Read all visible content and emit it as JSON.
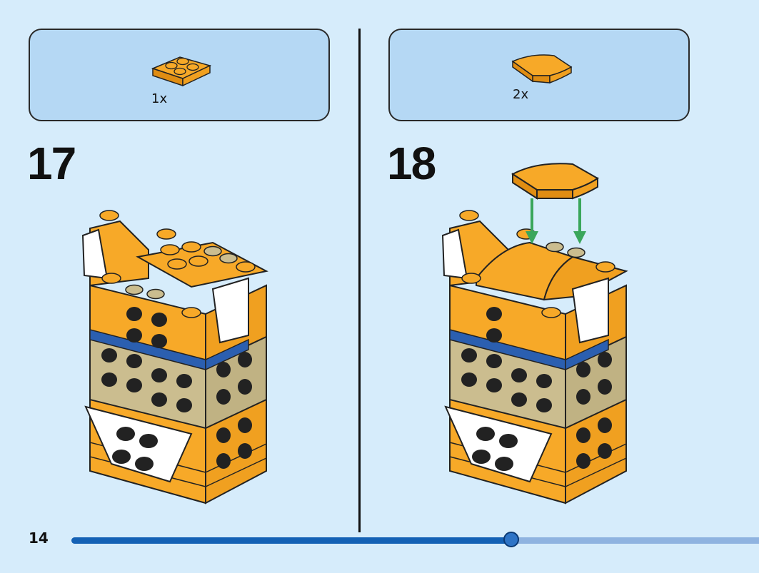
{
  "steps": [
    {
      "number": "17",
      "parts": [
        {
          "icon": "orange-plate-2x2-icon",
          "qty": "1x"
        }
      ]
    },
    {
      "number": "18",
      "parts": [
        {
          "icon": "orange-curved-slope-icon",
          "qty": "2x"
        }
      ]
    }
  ],
  "page": {
    "number": "14",
    "progress_fraction": 0.64
  },
  "colors": {
    "background": "#d6ecfb",
    "parts_box": "#b5d8f4",
    "brick_orange": "#f7a928",
    "brick_tan": "#cbbd8f",
    "brick_blue": "#2b5fb0",
    "arrow_green": "#3aa65b",
    "progress_fill": "#1461b5",
    "progress_track": "#8fb3e0"
  }
}
